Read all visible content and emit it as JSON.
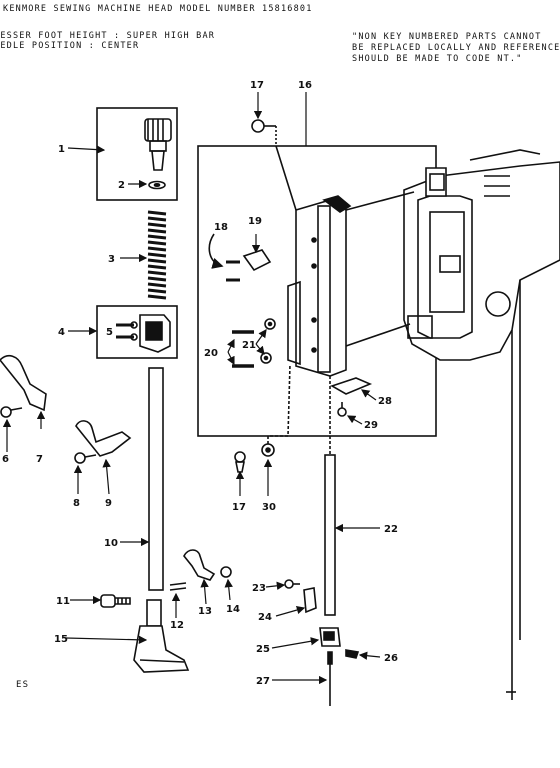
{
  "header": {
    "title": "KENMORE SEWING MACHINE HEAD MODEL NUMBER 15816801",
    "spec_line_1": "RESSER FOOT HEIGHT : SUPER HIGH BAR",
    "spec_line_2": "EEDLE POSITION : CENTER",
    "note_line_1": "\"NON KEY NUMBERED PARTS CANNOT",
    "note_line_2": "BE REPLACED LOCALLY AND REFERENCE",
    "note_line_3": "SHOULD BE MADE TO CODE NT.\""
  },
  "footer": {
    "page_code": "ES"
  },
  "callouts": {
    "c1": "1",
    "c2": "2",
    "c3": "3",
    "c4": "4",
    "c5": "5",
    "c6": "6",
    "c7": "7",
    "c8": "8",
    "c9": "9",
    "c10": "10",
    "c11": "11",
    "c12": "12",
    "c13": "13",
    "c14": "14",
    "c15": "15",
    "c16": "16",
    "c17a": "17",
    "c17b": "17",
    "c18": "18",
    "c19": "19",
    "c20": "20",
    "c21": "21",
    "c22": "22",
    "c23": "23",
    "c24": "24",
    "c25": "25",
    "c26": "26",
    "c27": "27",
    "c28": "28",
    "c29": "29",
    "c30": "30"
  }
}
